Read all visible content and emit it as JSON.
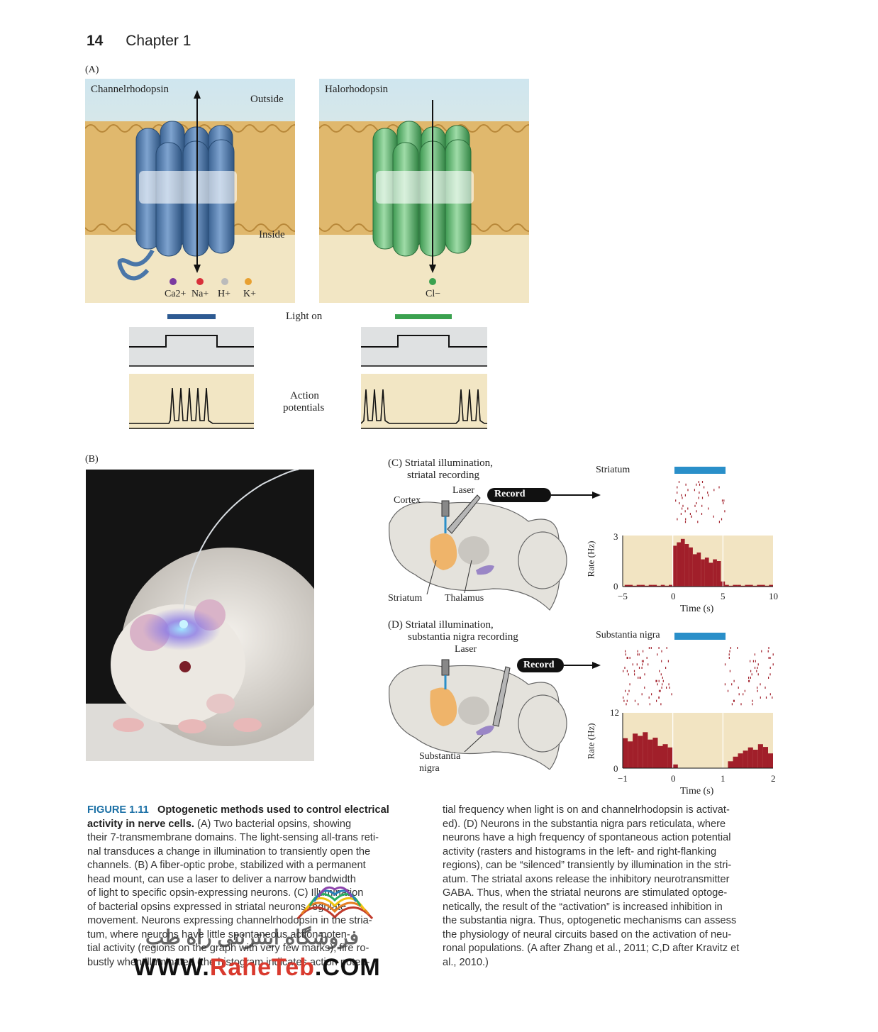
{
  "header": {
    "page_number": "14",
    "chapter": "Chapter 1"
  },
  "panel_a": {
    "label": "(A)",
    "left": {
      "title": "Channelrhodopsin",
      "outside": "Outside",
      "inside": "Inside",
      "ions": [
        "Ca2+",
        "Na+",
        "H+",
        "K+"
      ]
    },
    "right": {
      "title": "Halorhodopsin",
      "ion": "Cl−"
    },
    "light_on": "Light on",
    "action_potentials": [
      "Action",
      "potentials"
    ]
  },
  "panel_b": {
    "label": "(B)"
  },
  "panel_c": {
    "title_lines": [
      "(C) Striatal illumination,",
      "striatal recording"
    ],
    "laser": "Laser",
    "record": "Record",
    "cortex": "Cortex",
    "striatum": "Striatum",
    "thalamus": "Thalamus",
    "region": "Striatum",
    "ylabel": "Rate (Hz)",
    "xlabel": "Time (s)",
    "yticks": [
      "3",
      "0"
    ],
    "xticks": [
      "−5",
      "0",
      "5",
      "10"
    ]
  },
  "panel_d": {
    "title_lines": [
      "(D) Striatal illumination,",
      "substantia nigra recording"
    ],
    "laser": "Laser",
    "record": "Record",
    "sn_label": [
      "Substantia",
      "nigra"
    ],
    "region": "Substantia nigra",
    "ylabel": "Rate (Hz)",
    "xlabel": "Time (s)",
    "yticks": [
      "12",
      "0"
    ],
    "xticks": [
      "−1",
      "0",
      "1",
      "2"
    ]
  },
  "chart_data": [
    {
      "type": "bar",
      "title": "",
      "xlabel": "Time (s)",
      "ylabel": "Rate (Hz)",
      "xlim": [
        -5,
        10
      ],
      "ylim": [
        0,
        3
      ],
      "x": [
        -4.6,
        -4.2,
        -3.8,
        -3.4,
        -3.0,
        -2.6,
        -2.2,
        -1.8,
        -1.4,
        -1.0,
        -0.6,
        -0.2,
        0.2,
        0.6,
        1.0,
        1.4,
        1.8,
        2.2,
        2.6,
        3.0,
        3.4,
        3.8,
        4.2,
        4.6,
        5.0,
        5.4,
        5.8,
        6.2,
        6.6,
        7.0,
        7.4,
        7.8,
        8.2,
        8.6,
        9.0,
        9.4,
        9.8
      ],
      "values": [
        0.1,
        0.1,
        0.05,
        0.1,
        0.1,
        0.05,
        0.1,
        0.1,
        0.05,
        0.1,
        0.05,
        0.1,
        2.4,
        2.6,
        2.8,
        2.5,
        2.3,
        1.9,
        2.0,
        1.6,
        1.7,
        1.4,
        1.6,
        1.5,
        0.3,
        0.1,
        0.05,
        0.1,
        0.1,
        0.05,
        0.1,
        0.1,
        0.05,
        0.1,
        0.1,
        0.05,
        0.1
      ],
      "light_on": [
        0,
        5
      ]
    },
    {
      "type": "bar",
      "title": "",
      "xlabel": "Time (s)",
      "ylabel": "Rate (Hz)",
      "xlim": [
        -1,
        2
      ],
      "ylim": [
        0,
        12
      ],
      "x": [
        -0.95,
        -0.85,
        -0.75,
        -0.65,
        -0.55,
        -0.45,
        -0.35,
        -0.25,
        -0.15,
        -0.05,
        0.05,
        0.15,
        0.25,
        0.35,
        0.45,
        0.55,
        0.65,
        0.75,
        0.85,
        0.95,
        1.05,
        1.15,
        1.25,
        1.35,
        1.45,
        1.55,
        1.65,
        1.75,
        1.85,
        1.95
      ],
      "values": [
        6.5,
        5.8,
        7.5,
        7.0,
        7.8,
        6.2,
        6.6,
        4.8,
        5.2,
        4.5,
        0.8,
        0,
        0,
        0,
        0,
        0,
        0,
        0,
        0,
        0,
        0,
        1.5,
        2.5,
        3.2,
        3.8,
        4.5,
        4.0,
        5.2,
        4.6,
        3.2
      ],
      "light_on": [
        0,
        1
      ]
    }
  ],
  "caption": {
    "fig_label": "FIGURE 1.11",
    "fig_title": "Optogenetic methods used to control electrical activity in nerve cells.",
    "col1_lines": [
      "(A) Two bacterial opsins, showing",
      "their 7-transmembrane domains. The light-sensing all-trans reti-",
      "nal transduces a change in illumination to transiently open the",
      "channels. (B) A fiber-optic probe, stabilized with a permanent",
      "head mount, can use a laser to deliver a narrow bandwidth",
      "of light to specific opsin-expressing neurons. (C) Illumination",
      "of bacterial opsins expressed in striatal neurons regulate",
      "movement. Neurons expressing channelrhodopsin in the stria-",
      "tum, where neurons have little spontaneous action poten-",
      "tial activity (regions on the graph with very few marks), fire ro-",
      "bustly when illuminated (the histogram indicates action poten-"
    ],
    "col2_lines": [
      "tial frequency when light is on and channelrhodopsin is activat-",
      "ed). (D) Neurons in the substantia nigra pars reticulata, where",
      "neurons have a high frequency of spontaneous action potential",
      "activity (rasters and histograms in the left- and right-flanking",
      "regions), can be “silenced” transiently by illumination in the stri-",
      "atum. The striatal axons release the inhibitory neurotransmitter",
      "GABA. Thus, when the striatal neurons are stimulated optoge-",
      "netically, the result of the “activation” is increased inhibition in",
      "the substantia nigra. Thus, optogenetic mechanisms can assess",
      "the physiology of neural circuits based on the activation of neu-",
      "ronal populations. (A after Zhang et al., 2011; C,D after Kravitz et",
      "al., 2010.)"
    ]
  },
  "watermark": {
    "fa": "فروشگاه اینترنتی راه طب",
    "prefix": "WWW.",
    "accent": "RaheTeb",
    "suffix": ".COM"
  },
  "colors": {
    "channel_blue": "#4a76a8",
    "halo_green": "#5fb86d",
    "light_bar": "#2a8fc9",
    "hist_red": "#a11f2a",
    "panel_bg": "#f2e4c2"
  }
}
